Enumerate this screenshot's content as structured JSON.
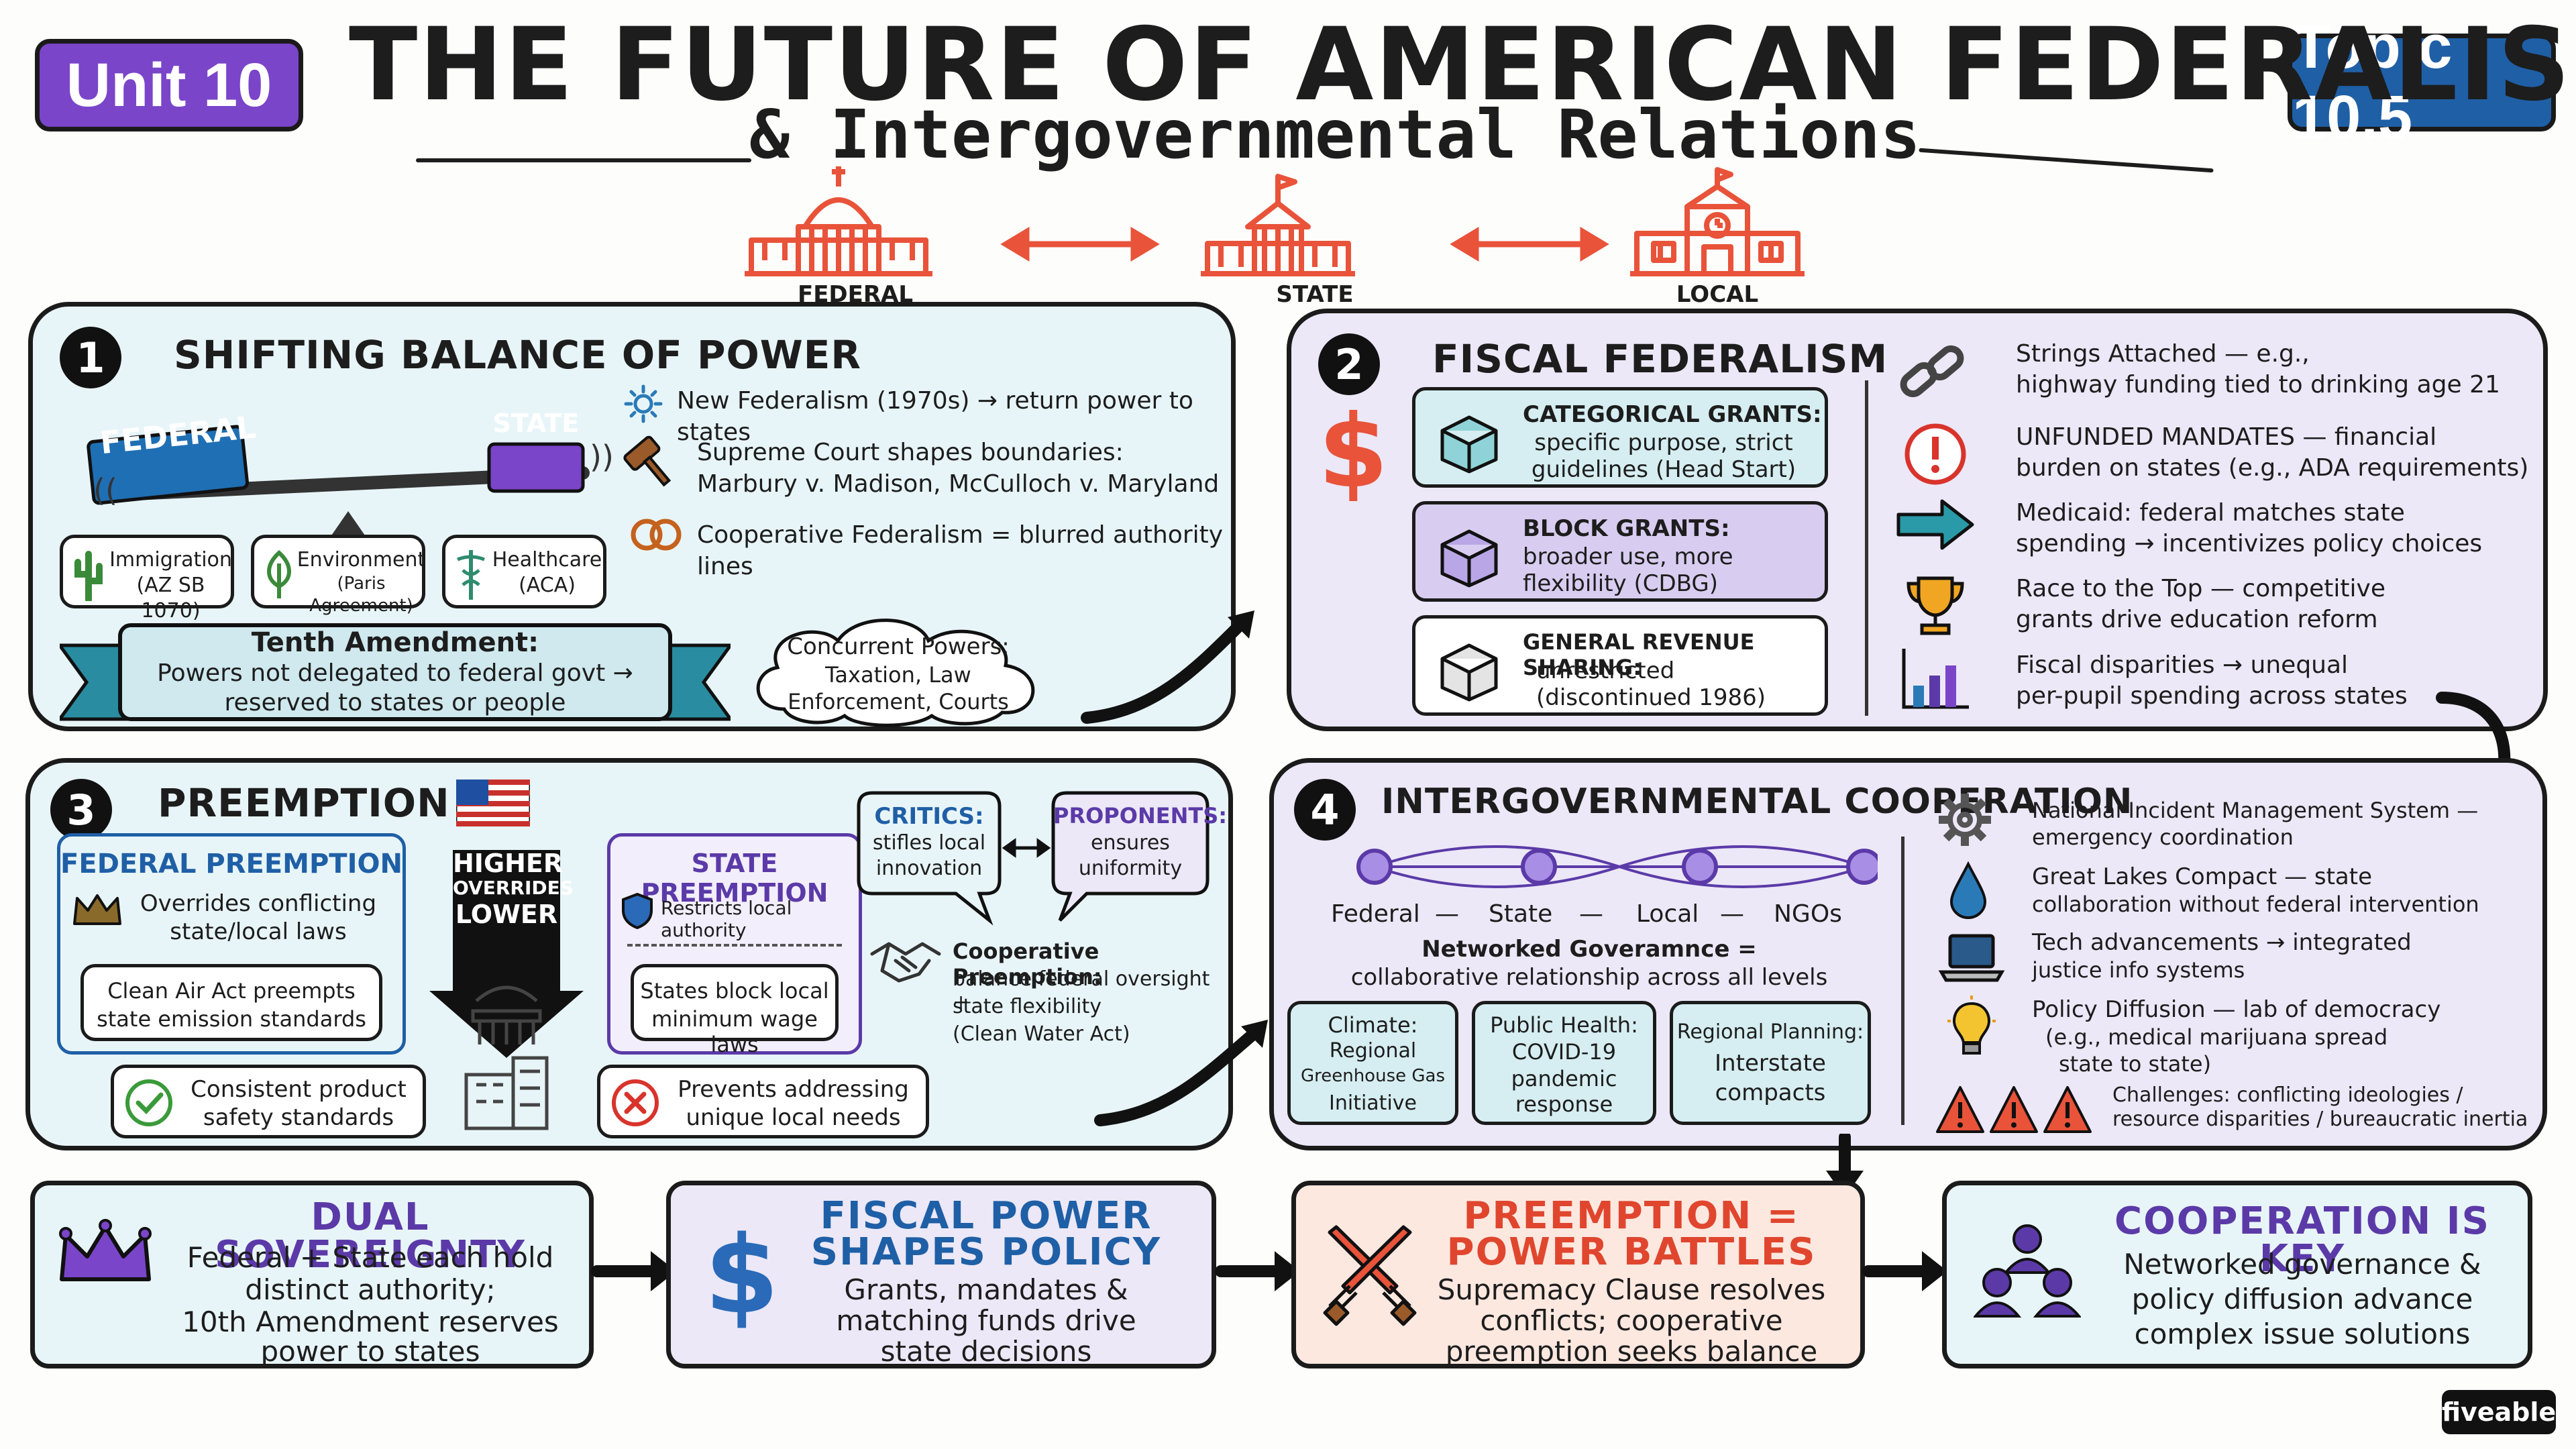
{
  "header": {
    "unit_badge": "Unit 10",
    "topic_badge": "Topic 10.5",
    "title": "THE FUTURE OF AMERICAN FEDERALISM",
    "subtitle": "& Intergovernmental Relations",
    "levels": [
      "FEDERAL",
      "STATE",
      "LOCAL"
    ]
  },
  "section1": {
    "number": "1",
    "title": "SHIFTING BALANCE OF POWER",
    "scale_left": "FEDERAL",
    "scale_right": "STATE",
    "points": [
      "New Federalism (1970s) → return power to states",
      "Supreme Court shapes boundaries:",
      "Marbury v. Madison, McCulloch v. Maryland",
      "Cooperative Federalism = blurred authority lines"
    ],
    "policy_boxes": [
      {
        "title": "Immigration",
        "detail": "(AZ SB 1070)"
      },
      {
        "title": "Environment",
        "detail": "(Paris Agreement)"
      },
      {
        "title": "Healthcare",
        "detail": "(ACA)"
      }
    ],
    "tenth_title": "Tenth Amendment:",
    "tenth_body": [
      "Powers not delegated to federal govt →",
      "reserved to states or people"
    ],
    "concurrent_title": "Concurrent Powers:",
    "concurrent_body": [
      "Taxation, Law",
      "Enforcement, Courts"
    ]
  },
  "section2": {
    "number": "2",
    "title": "FISCAL FEDERALISM",
    "grants": [
      {
        "title": "CATEGORICAL GRANTS:",
        "body": [
          "specific purpose, strict",
          "guidelines (Head Start)"
        ]
      },
      {
        "title": "BLOCK GRANTS:",
        "body": [
          "broader use, more",
          "flexibility (CDBG)"
        ]
      },
      {
        "title": "GENERAL REVENUE SHARING:",
        "body": [
          "unrestricted",
          "(discontinued 1986)"
        ]
      }
    ],
    "points": [
      [
        "Strings Attached  — e.g.,",
        "highway funding tied to drinking age 21"
      ],
      [
        "UNFUNDED MANDATES — financial",
        "burden on states (e.g., ADA requirements)"
      ],
      [
        "Medicaid: federal matches state",
        "spending → incentivizes policy choices"
      ],
      [
        "Race to the Top — competitive",
        "grants drive education reform"
      ],
      [
        "Fiscal disparities → unequal",
        "per-pupil spending across states"
      ]
    ]
  },
  "section3": {
    "number": "3",
    "title": "PREEMPTION",
    "federal_title": "FEDERAL PREEMPTION",
    "federal_body": [
      "Overrides conflicting",
      "state/local laws"
    ],
    "federal_example": [
      "Clean Air Act preempts",
      "state emission standards"
    ],
    "hierarchy": [
      "HIGHER",
      "OVERRIDES",
      "LOWER"
    ],
    "state_title": "STATE PREEMPTION",
    "state_body": "Restricts local authority",
    "state_example": [
      "States block local",
      "minimum wage laws"
    ],
    "critics_title": "CRITICS:",
    "critics_body": [
      "stifles local",
      "innovation"
    ],
    "proponents_title": "PROPONENTS:",
    "proponents_body": [
      "ensures",
      "uniformity"
    ],
    "coop_preemption": [
      "Cooperative Preemption:",
      "balance federal oversight +",
      "state flexibility",
      "(Clean Water Act)"
    ],
    "pro_point": [
      "Consistent product",
      "safety standards"
    ],
    "con_point": [
      "Prevents addressing",
      "unique local needs"
    ]
  },
  "section4": {
    "number": "4",
    "title": "INTERGOVERNMENTAL COOPERATION",
    "network_nodes": [
      "Federal",
      "State",
      "Local",
      "NGOs"
    ],
    "network_caption": [
      "Networked Goveramnce =",
      "collaborative relationship across all levels"
    ],
    "examples": [
      {
        "title": "Climate:",
        "body": [
          "Regional",
          "Greenhouse Gas",
          "Initiative"
        ]
      },
      {
        "title": "Public Health:",
        "body": [
          "COVID-19",
          "pandemic",
          "response"
        ]
      },
      {
        "title": "Regional Planning:",
        "body": [
          "Interstate",
          "compacts"
        ]
      }
    ],
    "points": [
      [
        "National Incident Management System —",
        "emergency coordination"
      ],
      [
        "Great Lakes Compact  — state",
        "collaboration without federal intervention"
      ],
      [
        "Tech advancements → integrated",
        "justice info systems"
      ],
      [
        "Policy Diffusion — lab of democracy",
        "(e.g., medical marijuana spread",
        "state to state)"
      ],
      [
        "Challenges: conflicting ideologies /",
        "resource disparities / bureaucratic inertia"
      ]
    ]
  },
  "summary": [
    {
      "title": [
        "DUAL SOVEREIGNTY"
      ],
      "body": [
        "Federal + State each hold",
        "distinct authority;",
        "10th Amendment reserves",
        "power to states"
      ]
    },
    {
      "title": [
        "FISCAL POWER",
        "SHAPES POLICY"
      ],
      "body": [
        "Grants, mandates &",
        "matching funds drive",
        "state decisions"
      ]
    },
    {
      "title": [
        "PREEMPTION =",
        "POWER BATTLES"
      ],
      "body": [
        "Supremacy Clause resolves",
        "conflicts; cooperative",
        "preemption seeks balance"
      ]
    },
    {
      "title": [
        "COOPERATION IS KEY"
      ],
      "body": [
        "Networked governance &",
        "policy diffusion advance",
        "complex issue solutions"
      ]
    }
  ],
  "footer": {
    "brand": "fiveable"
  },
  "colors": {
    "unit": "#7a45c9",
    "topic": "#1f5fa6",
    "accent_red": "#e8533a",
    "panel_blue": "#e8f5f8",
    "panel_purple": "#ece8f7",
    "summary_peach": "#fde8e0",
    "title_purple": "#5b3aa8",
    "title_blue": "#1f5fa6",
    "title_red": "#e0462e"
  }
}
